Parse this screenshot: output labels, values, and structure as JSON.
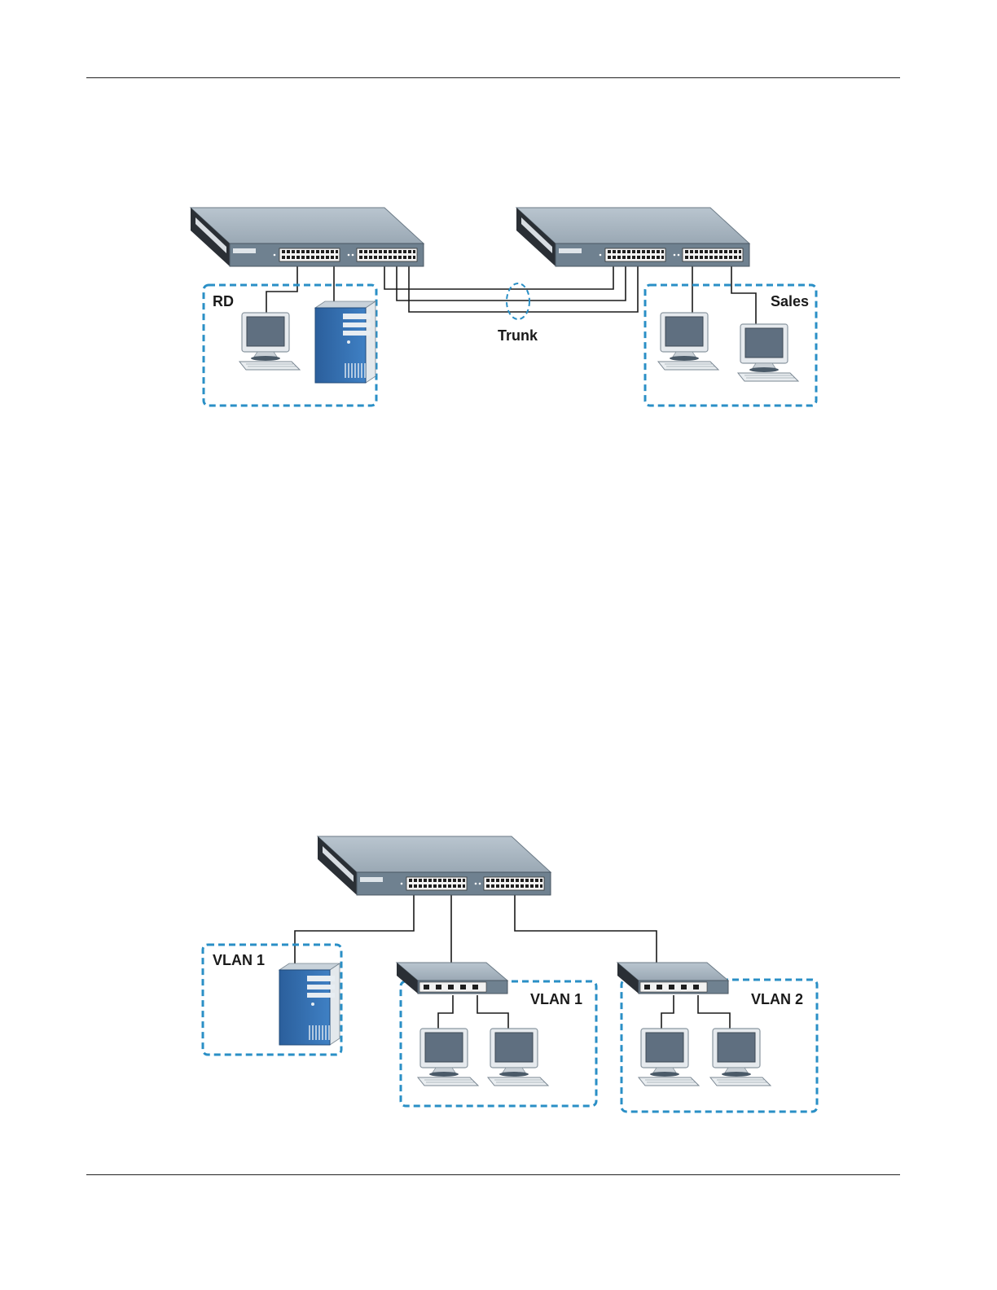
{
  "diagram_top": {
    "rd_label": "RD",
    "sales_label": "Sales",
    "trunk_label": "Trunk"
  },
  "diagram_bottom": {
    "vlan_left_label": "VLAN 1",
    "vlan_middle_label": "VLAN 1",
    "vlan_right_label": "VLAN 2"
  },
  "colors": {
    "dash_border": "#2a8fc6",
    "switch_top": "#a9b6c0",
    "switch_front": "#6f8190",
    "monitor_screen": "#5f6f80",
    "server_blue": "#2f68a8"
  }
}
